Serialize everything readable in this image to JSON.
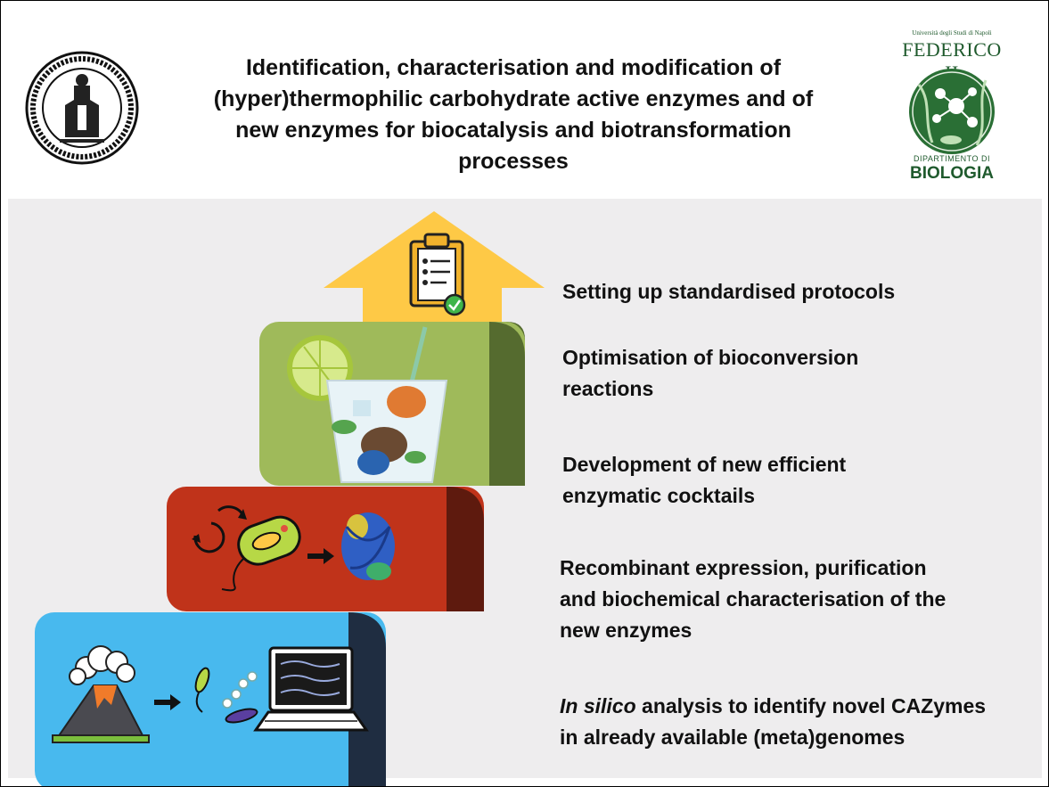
{
  "title_lines": [
    "Identification, characterisation and modification of",
    "(hyper)thermophilic carbohydrate active enzymes and of",
    "new enzymes for biocatalysis and biotransformation",
    "processes"
  ],
  "logo": {
    "university": "Università degli Studi di Napoli",
    "name": "FEDERICO II",
    "department": "DIPARTIMENTO DI",
    "discipline": "BIOLOGIA"
  },
  "steps": [
    {
      "lines": [
        "Setting up standardised protocols"
      ]
    },
    {
      "lines": [
        "Optimisation of bioconversion",
        "reactions"
      ]
    },
    {
      "lines": [
        "Development of new efficient",
        "enzymatic cocktails"
      ]
    },
    {
      "lines": [
        "Recombinant expression, purification",
        "and biochemical characterisation of the",
        "new enzymes"
      ]
    },
    {
      "italic_prefix": "In silico",
      "lines": [
        " analysis to identify novel CAZymes",
        "in already available (meta)genomes"
      ]
    }
  ],
  "colors": {
    "arrow": "#fec946",
    "green_step": "#9fba5a",
    "green_fold": "#556b2f",
    "red_step": "#c0331a",
    "red_fold": "#5e1a0e",
    "blue_step": "#48b9ee",
    "blue_fold": "#1f2d41",
    "panel": "#eeedee"
  }
}
